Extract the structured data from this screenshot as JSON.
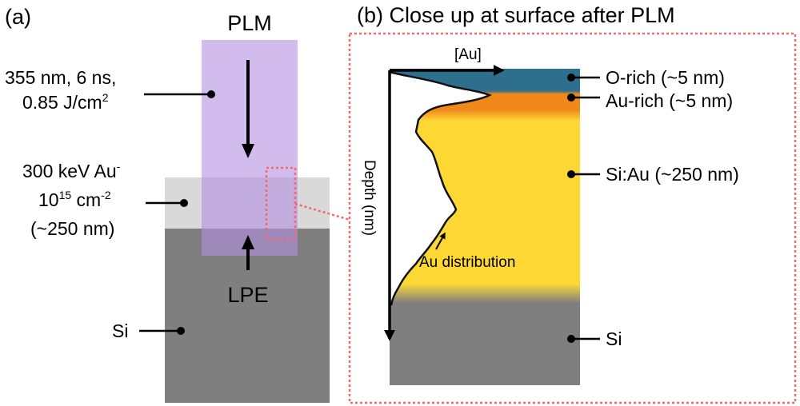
{
  "panel_a": {
    "label": "(a)",
    "laser_label": "PLM",
    "laser_params": {
      "line1": "355 nm, 6 ns,",
      "line2_base": "0.85 J/cm",
      "line2_sup": "2"
    },
    "implant": {
      "line1_base": "300 keV Au",
      "line1_sup": "-",
      "line2_base": "10",
      "line2_sup": "15",
      "line2_unit": " cm",
      "line2_unit_sup": "-2",
      "line3": "(~250 nm)"
    },
    "regrowth_label": "LPE",
    "substrate_label": "Si"
  },
  "panel_b": {
    "label": "(b) Close up at surface after PLM",
    "x_axis_label": "[Au]",
    "y_axis_label": "Depth (nm)",
    "curve_label": "Au distribution",
    "layers": [
      {
        "name": "O-rich (~5 nm)",
        "color": "#2e6f8e"
      },
      {
        "name": "Au-rich (~5 nm)",
        "color": "#f0891a"
      },
      {
        "name": "Si:Au (~250 nm)",
        "color": "#fdd835"
      },
      {
        "name": "Si",
        "color": "#7f7f7f"
      }
    ]
  },
  "colors": {
    "laser": "#c6a8ec",
    "implanted": "#d9d9d9",
    "substrate": "#7f7f7f",
    "callout": "#f06a6a"
  }
}
